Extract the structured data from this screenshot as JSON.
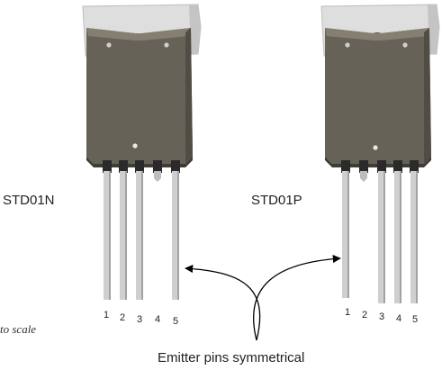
{
  "parts": [
    {
      "name": "STD01N",
      "pins": [
        "1",
        "2",
        "3",
        "4",
        "5"
      ],
      "short_pin": "4"
    },
    {
      "name": "STD01P",
      "pins": [
        "1",
        "2",
        "3",
        "4",
        "5"
      ],
      "short_pin": "2"
    }
  ],
  "caption": "Emitter pins symmetrical",
  "note": "to scale",
  "colors": {
    "tab": "#d8d8d8",
    "body": "#676257",
    "body_top": "#7d776b",
    "body_shadow": "#4b4840",
    "lead": "#c9c9c9",
    "lead_shadow": "#9a9a9a",
    "arrow": "#000000"
  }
}
